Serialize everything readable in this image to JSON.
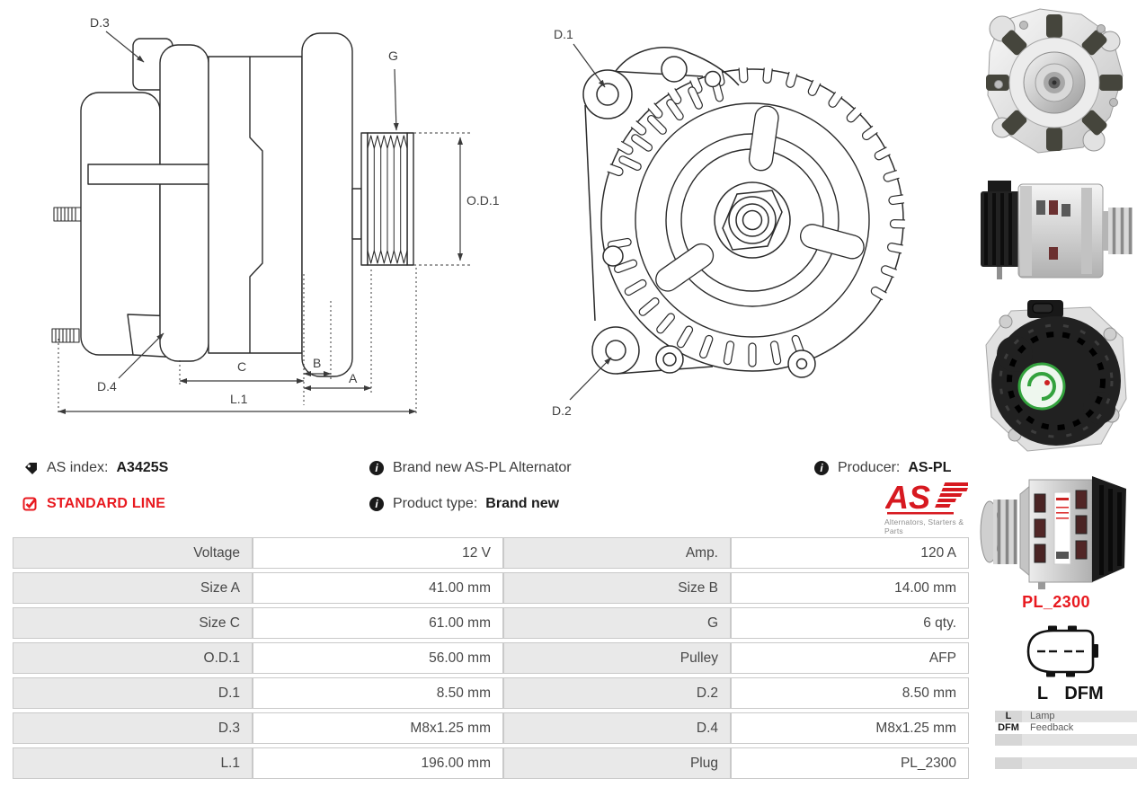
{
  "header": {
    "as_index_label": "AS index:",
    "as_index_value": "A3425S",
    "standard_line_label": "STANDARD LINE",
    "brand_new_text": "Brand new AS-PL Alternator",
    "product_type_label": "Product type:",
    "product_type_value": "Brand new",
    "producer_label": "Producer:",
    "producer_value": "AS-PL"
  },
  "logo": {
    "text": "AS",
    "tagline": "Alternators, Starters & Parts"
  },
  "drawing_labels": {
    "d1": "D.1",
    "d2": "D.2",
    "d3": "D.3",
    "d4": "D.4",
    "g": "G",
    "od1": "O.D.1",
    "a": "A",
    "b": "B",
    "c": "C",
    "l1": "L.1"
  },
  "plug": {
    "name": "PL_2300",
    "pin_left": "L",
    "pin_right": "DFM"
  },
  "legend": {
    "rows": [
      {
        "key": "L",
        "value": "Lamp"
      },
      {
        "key": "DFM",
        "value": "Feedback"
      }
    ]
  },
  "spec_table": {
    "rows": [
      {
        "label_left": "Voltage",
        "value_left": "12 V",
        "label_right": "Amp.",
        "value_right": "120 A"
      },
      {
        "label_left": "Size A",
        "value_left": "41.00 mm",
        "label_right": "Size B",
        "value_right": "14.00 mm"
      },
      {
        "label_left": "Size C",
        "value_left": "61.00 mm",
        "label_right": "G",
        "value_right": "6 qty."
      },
      {
        "label_left": "O.D.1",
        "value_left": "56.00 mm",
        "label_right": "Pulley",
        "value_right": "AFP"
      },
      {
        "label_left": "D.1",
        "value_left": "8.50 mm",
        "label_right": "D.2",
        "value_right": "8.50 mm"
      },
      {
        "label_left": "D.3",
        "value_left": "M8x1.25 mm",
        "label_right": "D.4",
        "value_right": "M8x1.25 mm"
      },
      {
        "label_left": "L.1",
        "value_left": "196.00 mm",
        "label_right": "Plug",
        "value_right": "PL_2300"
      }
    ]
  },
  "colors": {
    "accent_red": "#e8191f",
    "table_label_bg": "#e9e9e9",
    "table_border": "#c9c9c9"
  }
}
